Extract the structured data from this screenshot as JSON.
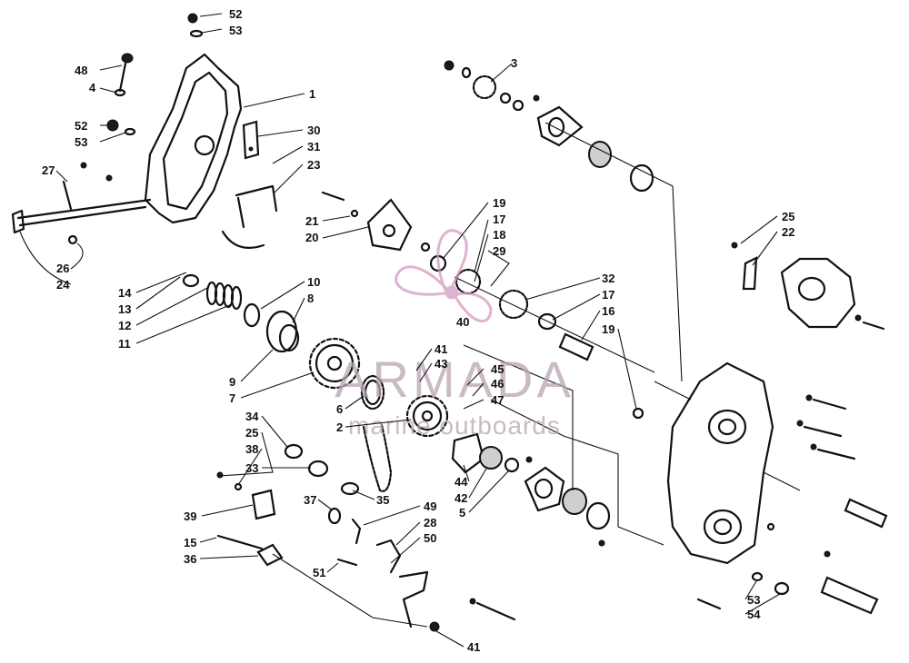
{
  "watermark": {
    "brand": "ARMADA",
    "tagline": "marine outboards",
    "color": "#c98bb5"
  },
  "callouts": {
    "c52a": "52",
    "c53a": "53",
    "c48": "48",
    "c4": "4",
    "c1": "1",
    "c52b": "52",
    "c53b": "53",
    "c30": "30",
    "c31": "31",
    "c23": "23",
    "c27": "27",
    "c26": "26",
    "c24": "24",
    "c3": "3",
    "c19a": "19",
    "c17a": "17",
    "c18": "18",
    "c29": "29",
    "c21": "21",
    "c20": "20",
    "c25a": "25",
    "c22": "22",
    "c14": "14",
    "c13": "13",
    "c12": "12",
    "c11": "11",
    "c10": "10",
    "c8": "8",
    "c9": "9",
    "c7": "7",
    "c32": "32",
    "c17b": "17",
    "c16": "16",
    "c19b": "19",
    "c40": "40",
    "c41a": "41",
    "c43": "43",
    "c45": "45",
    "c46": "46",
    "c47": "47",
    "c6": "6",
    "c2": "2",
    "c34": "34",
    "c25b": "25",
    "c38": "38",
    "c33": "33",
    "c44": "44",
    "c42": "42",
    "c5": "5",
    "c35": "35",
    "c39": "39",
    "c37": "37",
    "c49": "49",
    "c28": "28",
    "c50": "50",
    "c15": "15",
    "c36": "36",
    "c51": "51",
    "c41b": "41",
    "c53c": "53",
    "c54": "54"
  }
}
